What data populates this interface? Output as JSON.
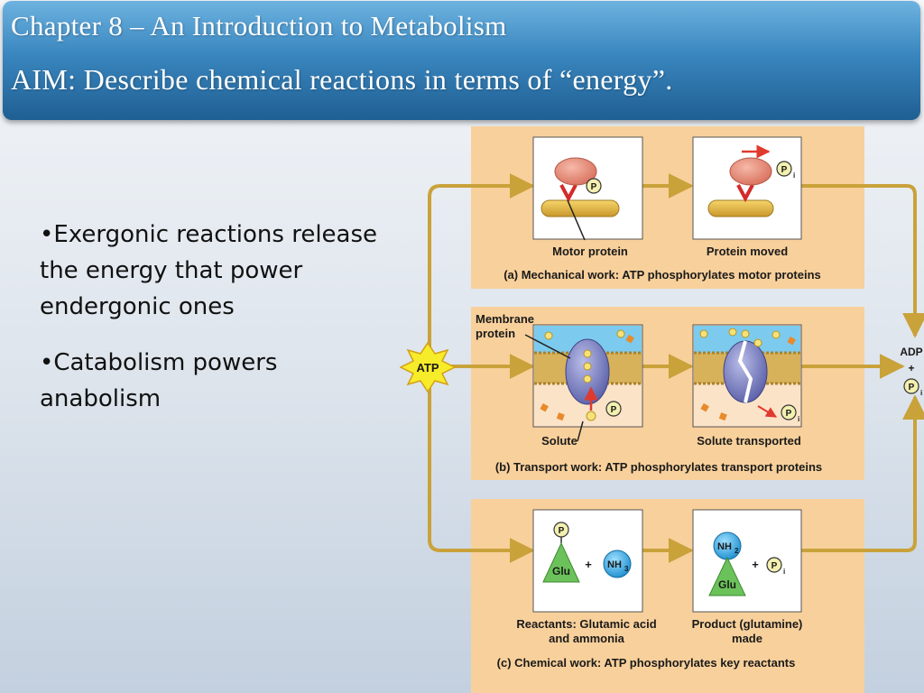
{
  "header": {
    "line1": "Chapter 8 – An Introduction to Metabolism",
    "line2": "AIM: Describe chemical reactions in terms of “energy”."
  },
  "bullets": [
    "•Exergonic reactions release the energy that power endergonic ones",
    "•Catabolism powers anabolism"
  ],
  "figure": {
    "atp": "ATP",
    "adp": "ADP",
    "plus": "+",
    "p_symbol": "P",
    "pi_sub": "i",
    "panel_a": {
      "left_label": "Motor protein",
      "right_label": "Protein moved",
      "caption": "(a) Mechanical work: ATP phosphorylates motor proteins"
    },
    "panel_b": {
      "membrane_label_1": "Membrane",
      "membrane_label_2": "protein",
      "left_label": "Solute",
      "right_label": "Solute transported",
      "caption": "(b) Transport work: ATP phosphorylates transport proteins"
    },
    "panel_c": {
      "glu": "Glu",
      "nh3_main": "NH",
      "nh3_sub": "3",
      "nh2_main": "NH",
      "nh2_sub": "2",
      "left_label_1": "Reactants: Glutamic acid",
      "left_label_2": "and ammonia",
      "right_label_1": "Product (glutamine)",
      "right_label_2": "made",
      "caption": "(c) Chemical work: ATP phosphorylates key reactants"
    }
  }
}
